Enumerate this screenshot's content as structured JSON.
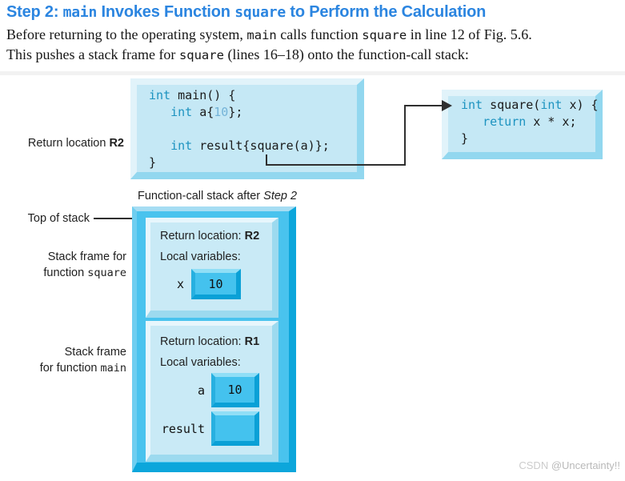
{
  "title": {
    "segments": [
      [
        "t",
        "Step 2: "
      ],
      [
        "tm",
        "main"
      ],
      [
        "t",
        " Invokes Function "
      ],
      [
        "tm",
        "square"
      ],
      [
        "t",
        " to Perform the Calculation"
      ]
    ]
  },
  "intro": {
    "line1": [
      [
        "s",
        "Before returning to the operating system, "
      ],
      [
        "m",
        "main"
      ],
      [
        "s",
        " calls function "
      ],
      [
        "m",
        "square"
      ],
      [
        "s",
        " in line 12 of Fig. 5.6."
      ]
    ],
    "line2": [
      [
        "s",
        "This pushes a stack frame for "
      ],
      [
        "m",
        "square"
      ],
      [
        "s",
        " (lines 16–18) onto the function-call stack:"
      ]
    ]
  },
  "code_main": {
    "lines": [
      [
        [
          "kw",
          "int"
        ],
        [
          "pl",
          " main() {"
        ]
      ],
      [
        [
          "pl",
          "   "
        ],
        [
          "kw",
          "int"
        ],
        [
          "pl",
          " a{"
        ],
        [
          "lit",
          "10"
        ],
        [
          "pl",
          "};"
        ]
      ],
      [],
      [
        [
          "pl",
          "   "
        ],
        [
          "kw",
          "int"
        ],
        [
          "pl",
          " result{square(a)};"
        ]
      ],
      [
        [
          "pl",
          "}"
        ]
      ]
    ]
  },
  "code_square": {
    "lines": [
      [
        [
          "kw",
          "int"
        ],
        [
          "pl",
          " square("
        ],
        [
          "kw",
          "int"
        ],
        [
          "pl",
          " x) {"
        ]
      ],
      [
        [
          "pl",
          "   "
        ],
        [
          "kw",
          "return"
        ],
        [
          "pl",
          " x * x;"
        ]
      ],
      [
        [
          "pl",
          "}"
        ]
      ]
    ]
  },
  "labels": {
    "return_location": [
      [
        "l",
        "Return location "
      ],
      [
        "lb",
        "R2"
      ]
    ],
    "top_of_stack": "Top of stack",
    "stack_caption": [
      [
        "l",
        "Function-call stack after "
      ],
      [
        "li",
        "Step 2"
      ]
    ],
    "frame_square_line1": [
      [
        "l",
        "Stack frame for"
      ]
    ],
    "frame_square_line2": [
      [
        "l",
        "function "
      ],
      [
        "lm",
        "square"
      ]
    ],
    "frame_main_line1": [
      [
        "l",
        "Stack frame"
      ]
    ],
    "frame_main_line2": [
      [
        "l",
        "for function "
      ],
      [
        "lm",
        "main"
      ]
    ]
  },
  "stack": {
    "frames": [
      {
        "return_location": [
          [
            "l",
            "Return location: "
          ],
          [
            "lb",
            "R2"
          ]
        ],
        "locals_label": "Local variables:",
        "vars": [
          {
            "name": "x",
            "value": "10"
          }
        ]
      },
      {
        "return_location": [
          [
            "l",
            "Return location: "
          ],
          [
            "lb",
            "R1"
          ]
        ],
        "locals_label": "Local variables:",
        "vars": [
          {
            "name": "a",
            "value": "10"
          },
          {
            "name": "result",
            "value": ""
          }
        ]
      }
    ]
  },
  "watermark": {
    "segments": [
      [
        "wm1",
        "CSDN "
      ],
      [
        "wm2",
        "@Uncertainty!!"
      ]
    ]
  },
  "colors": {
    "title_blue": "#2b85e0",
    "keyword_teal": "#1d93c0",
    "literal_blue": "#74b3d8",
    "box_fill_light": "#c5e8f5",
    "stack_fill_cyan": "#49c3ee",
    "bevel_dark_cyan": "#0ca6db",
    "arrow": "#2f2f2f"
  }
}
